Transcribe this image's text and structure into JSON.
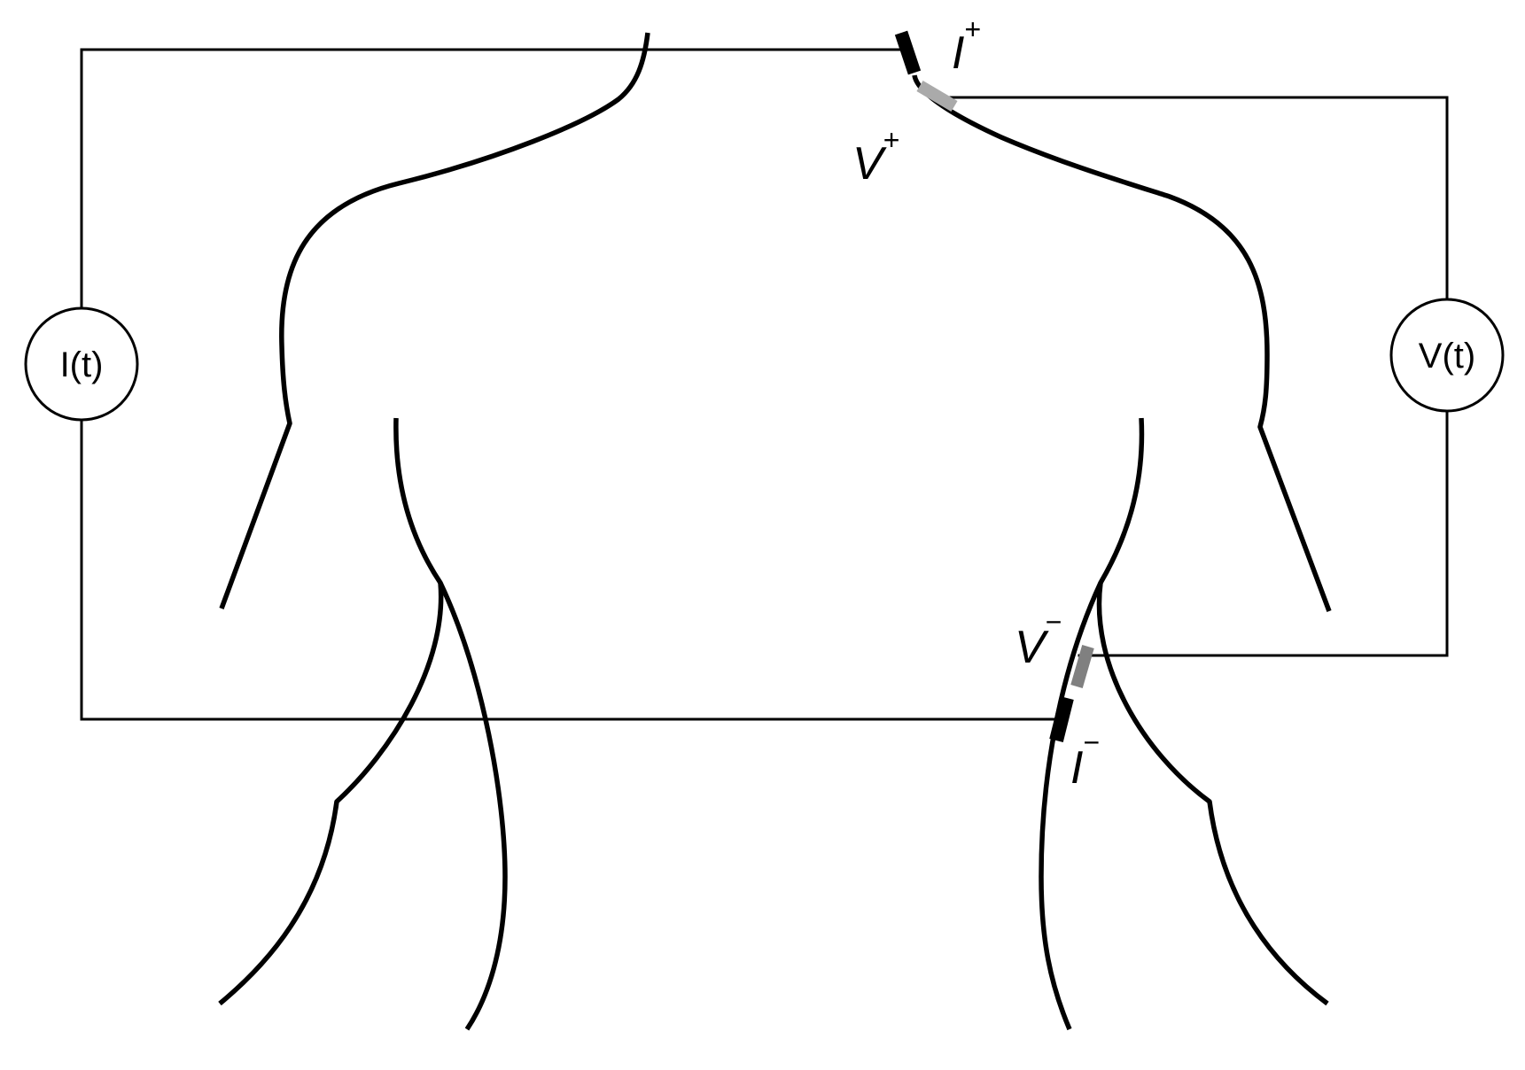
{
  "meters": {
    "current_source": {
      "label": "I(t)"
    },
    "voltmeter": {
      "label": "V(t)"
    }
  },
  "electrodes": {
    "i_plus": {
      "symbol": "I",
      "superscript": "+",
      "color": "#000000"
    },
    "v_plus": {
      "symbol": "V",
      "superscript": "+",
      "color": "#aaaaaa"
    },
    "v_minus": {
      "symbol": "V",
      "superscript": "−",
      "color": "#808080"
    },
    "i_minus": {
      "symbol": "I",
      "superscript": "−",
      "color": "#000000"
    }
  }
}
